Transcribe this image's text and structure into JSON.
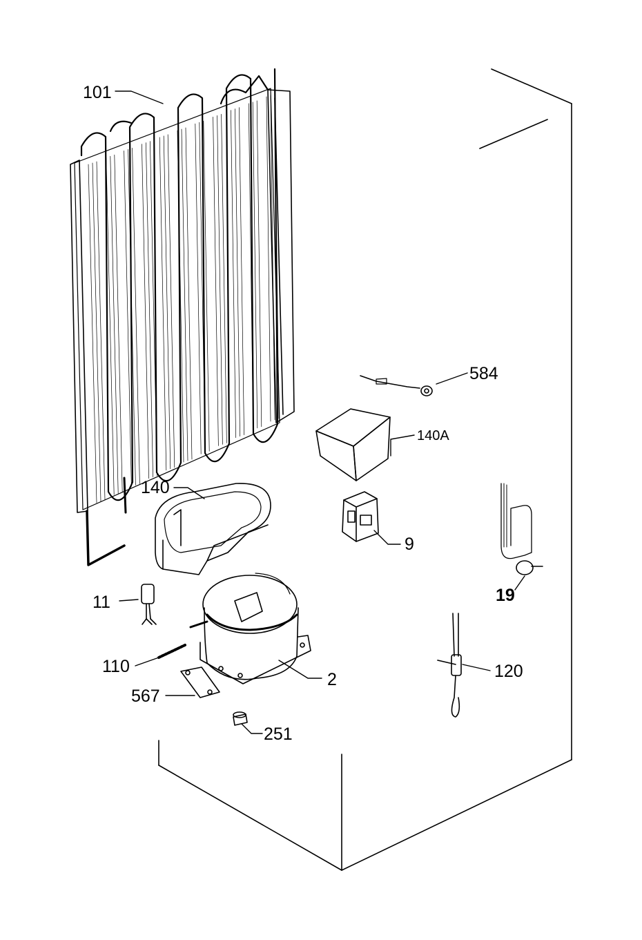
{
  "diagram": {
    "labels": {
      "p101": "101",
      "p584": "584",
      "p140a": "140A",
      "p140": "140",
      "p9": "9",
      "p19": "19",
      "p11": "11",
      "p110": "110",
      "p2": "2",
      "p120": "120",
      "p567": "567",
      "p251": "251"
    }
  }
}
